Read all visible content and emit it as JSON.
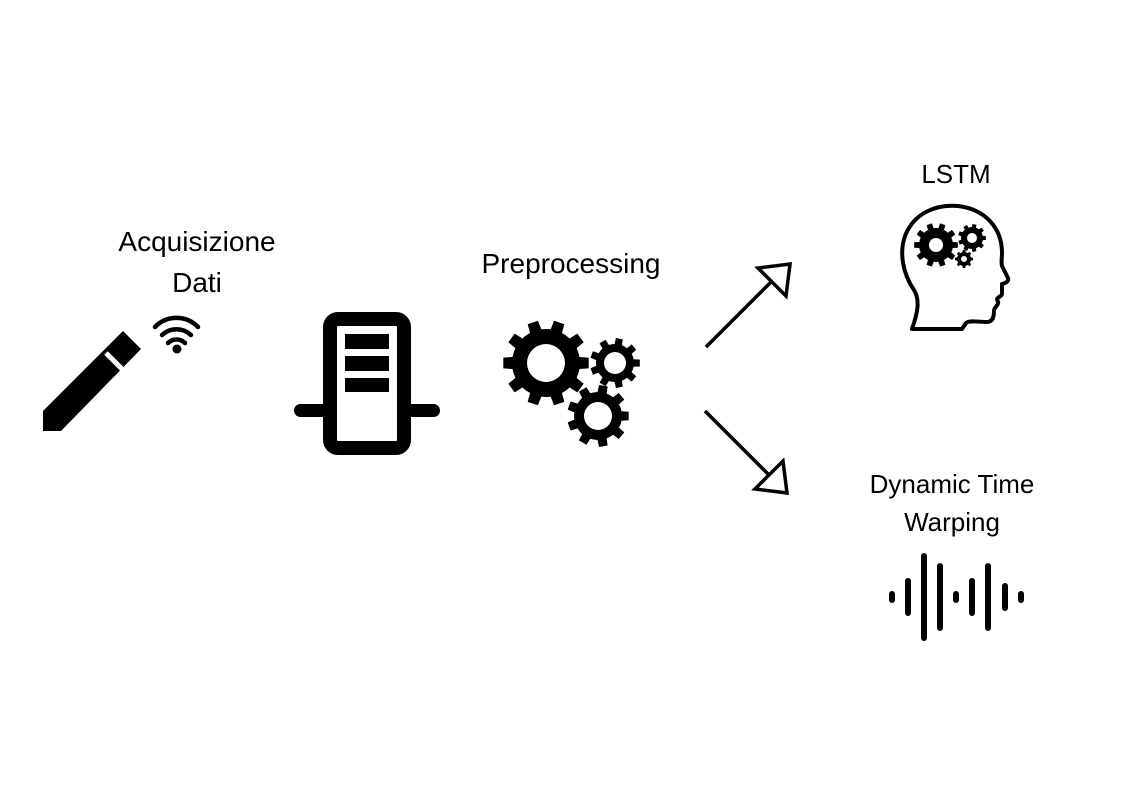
{
  "diagram": {
    "acquisition": {
      "label_line1": "Acquisizione",
      "label_line2": "Dati",
      "icon": "pen-wifi-icon"
    },
    "device": {
      "icon": "server-device-icon"
    },
    "preprocessing": {
      "label": "Preprocessing",
      "icon": "gears-icon"
    },
    "lstm": {
      "label": "LSTM",
      "icon": "brain-gears-head-icon"
    },
    "dtw": {
      "label_line1": "Dynamic Time",
      "label_line2": "Warping",
      "icon": "sound-wave-icon"
    },
    "edges": [
      {
        "from": "preprocessing",
        "to": "lstm",
        "icon": "arrow-up-right-icon"
      },
      {
        "from": "preprocessing",
        "to": "dtw",
        "icon": "arrow-down-right-icon"
      }
    ]
  }
}
